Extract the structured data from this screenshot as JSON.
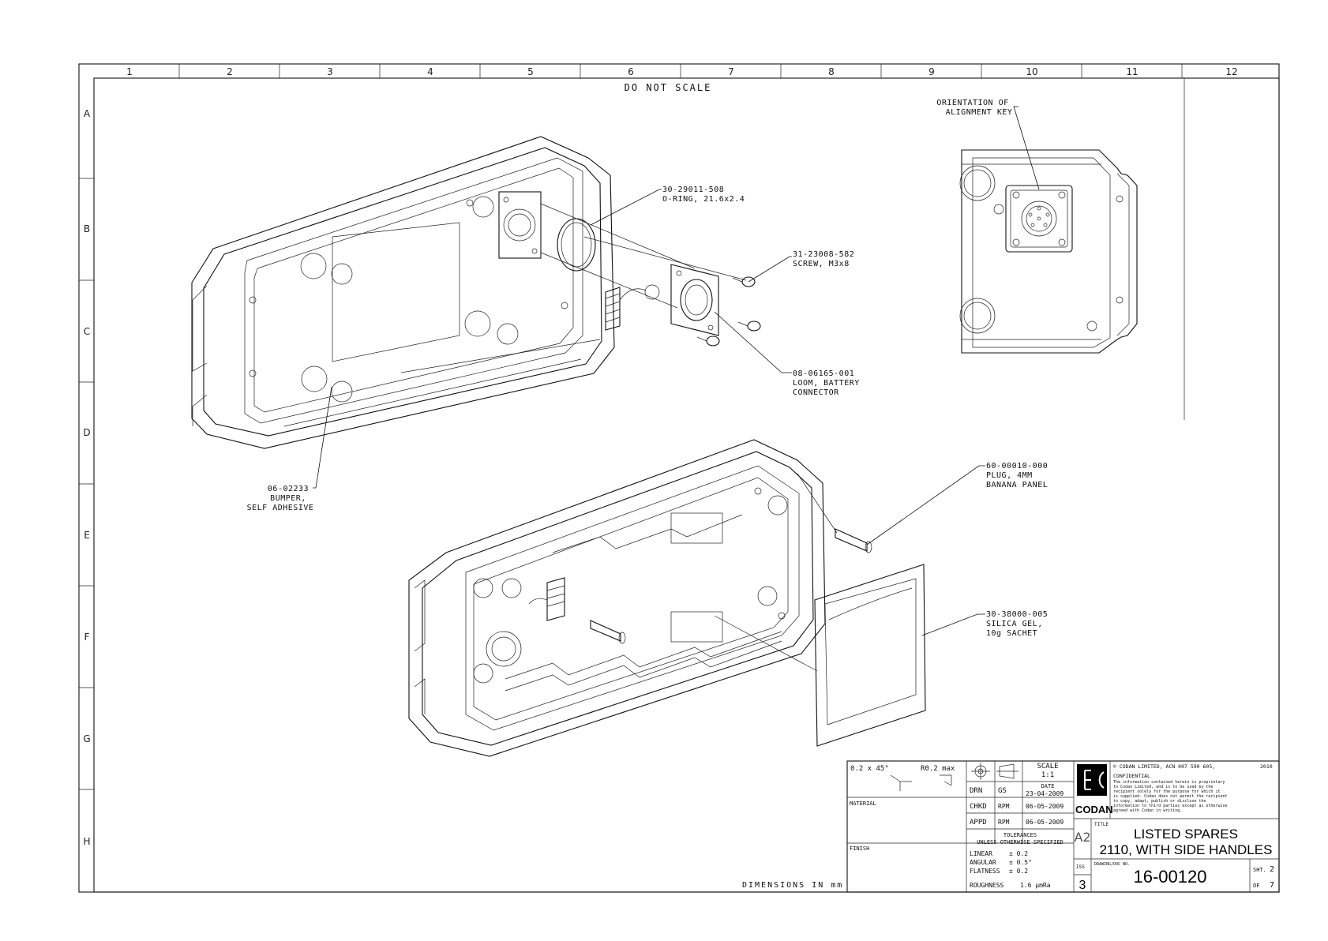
{
  "sheet": {
    "notice": "DO NOT SCALE",
    "dimensions_note": "DIMENSIONS IN mm",
    "columns": [
      "1",
      "2",
      "3",
      "4",
      "5",
      "6",
      "7",
      "8",
      "9",
      "10",
      "11",
      "12"
    ],
    "rows": [
      "A",
      "B",
      "C",
      "D",
      "E",
      "F",
      "G",
      "H"
    ]
  },
  "callouts": {
    "oring": {
      "line1": "30-29011-508",
      "line2": "O-RING, 21.6x2.4"
    },
    "screw": {
      "line1": "31-23008-582",
      "line2": "SCREW, M3x8"
    },
    "loom": {
      "line1": "08-06165-001",
      "line2": "LOOM, BATTERY",
      "line3": "CONNECTOR"
    },
    "bumper": {
      "line1": "06-02233",
      "line2": "BUMPER,",
      "line3": "SELF ADHESIVE"
    },
    "plug": {
      "line1": "60-00010-000",
      "line2": "PLUG, 4MM",
      "line3": "BANANA PANEL"
    },
    "silica": {
      "line1": "30-38000-005",
      "line2": "SILICA GEL,",
      "line3": "10g SACHET"
    },
    "orientation": {
      "line1": "ORIENTATION OF",
      "line2": "ALIGNMENT KEY"
    }
  },
  "title_block": {
    "chamfer_note": "0.2 x 45°",
    "radius_note": "R0.2 max",
    "material_label": "MATERIAL",
    "finish_label": "FINISH",
    "scale_label": "SCALE",
    "scale_value": "1:1",
    "date_label": "DATE",
    "drn_label": "DRN",
    "drn_by": "GS",
    "drn_date": "23-04-2009",
    "chkd_label": "CHKD",
    "chkd_by": "RPM",
    "chkd_date": "06-05-2009",
    "appd_label": "APPD",
    "appd_by": "RPM",
    "appd_date": "06-05-2009",
    "tolerances_title": "TOLERANCES",
    "tolerances_sub": "UNLESS OTHERWISE SPECIFIED",
    "tol_linear_label": "LINEAR",
    "tol_linear": "± 0.2",
    "tol_angular_label": "ANGULAR",
    "tol_angular": "± 0.5°",
    "tol_flatness_label": "FLATNESS",
    "tol_flatness": "± 0.2",
    "tol_roughness_label": "ROUGHNESS",
    "tol_roughness": "1.6 μmRa",
    "copyright": "© CODAN LIMITED, ACN 007 590 605,",
    "year": "2010",
    "confidential": "CONFIDENTIAL",
    "confidential_text": [
      "The information contained herein is proprietary",
      "to Codan Limited, and is to be used by the",
      "recipient solely for the purpose for which it",
      "is supplied. Codan does not permit the recipient",
      "to copy, adapt, publish or disclose the",
      "information to third parties except as otherwise",
      "agreed with Codan in writing."
    ],
    "logo_text": "CODAN",
    "size": "A2",
    "title_label": "TITLE",
    "title_line1": "LISTED SPARES",
    "title_line2": "2110, WITH SIDE HANDLES",
    "iss_label": "ISS",
    "issue": "3",
    "doc_label": "DRAWING/DOC NO.",
    "doc_no": "16-00120",
    "sht_label": "SHT.",
    "sheet_no": "2",
    "of_label": "OF",
    "of_total": "7"
  }
}
